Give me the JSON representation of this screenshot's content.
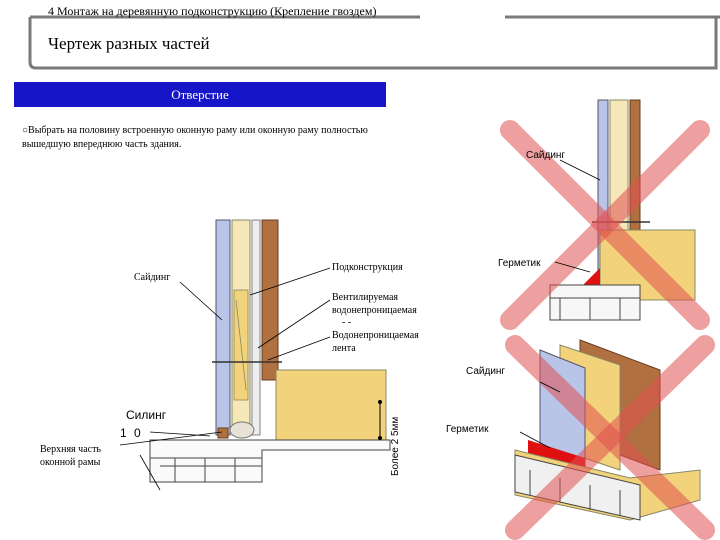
{
  "header": {
    "subtitle": "4  Монтаж на деревянную подконструкцию (Крепление гвоздем)",
    "title": "Чертеж разных частей"
  },
  "section": {
    "heading": "Отверстие"
  },
  "bullet_text": "○Выбрать на половину встроенную оконную раму или оконную раму полностью вышедшую вперед­нюю часть здания.",
  "labels": {
    "siding_left": "Сайдинг",
    "substructure": "Подконструкция",
    "ventilated": "Вентилируемая",
    "waterproof1": "водонепроницаемая",
    "dash": "-   -",
    "waterproof2": "Водонепроницаемая",
    "tape": "лента",
    "sealing": "Силинг",
    "ten": "1 0",
    "window_top1": "Верхняя часть",
    "window_top2": "оконной рамы",
    "more_than": "Более 2 5мм",
    "siding_top_right": "Сайдинг",
    "sealant_top_right": "Герметик",
    "siding_bottom_right": "Сайдинг",
    "sealant_bottom_right": "Герметик"
  },
  "colors": {
    "accent_blue": "#1616c8",
    "frame_gray": "#7a7a7a",
    "siding_blue": "#b8c4e8",
    "wood_brown": "#b07040",
    "wood_yellow": "#f2d27a",
    "sealant_red": "#e01010",
    "cross_red": "#e05050"
  }
}
